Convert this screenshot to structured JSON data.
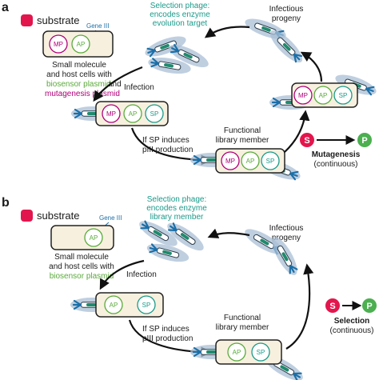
{
  "colors": {
    "substrate": "#e2164d",
    "mp": "#b0007a",
    "ap": "#5aaa3a",
    "sp": "#1a9a8a",
    "phage_halo": "#a9bfd6",
    "phage_tail": "#1b6fa8",
    "phage_body": "#1f8a6e",
    "cell_fill": "#f7f0df",
    "selection_product": "#4caf50"
  },
  "panel_a": {
    "letter": "a",
    "substrate_label": "substrate",
    "gene_label": "Gene III",
    "plasmids_top": [
      "MP",
      "AP"
    ],
    "host_text": [
      "Small molecule",
      "and host cells with"
    ],
    "biosensor_text": "biosensor plasmid",
    "and_text": " and",
    "mutagenesis_text": "mutagenesis plasmid",
    "selection_phage_text": [
      "Selection phage:",
      "encodes enzyme",
      "evolution target"
    ],
    "infectious_text": [
      "Infectious",
      "progeny"
    ],
    "infection_label": "Infection",
    "plasmids_mid": [
      "MP",
      "AP",
      "SP"
    ],
    "sp_induces": [
      "If SP induces",
      "pIII production"
    ],
    "functional_text": [
      "Functional",
      "library member"
    ],
    "plasmids_func": [
      "MP",
      "AP",
      "SP"
    ],
    "plasmids_right": [
      "MP",
      "AP",
      "SP"
    ],
    "s_label": "S",
    "p_label": "P",
    "process_label": "Mutagenesis",
    "process_sub": "(continuous)"
  },
  "panel_b": {
    "letter": "b",
    "substrate_label": "substrate",
    "gene_label": "Gene III",
    "plasmids_top": [
      "AP"
    ],
    "host_text": [
      "Small molecule",
      "and host cells with"
    ],
    "biosensor_text": "biosensor plasmid",
    "selection_phage_text": [
      "Selection phage:",
      "encodes enzyme",
      "library member"
    ],
    "infectious_text": [
      "Infectious",
      "progeny"
    ],
    "infection_label": "Infection",
    "plasmids_mid": [
      "AP",
      "SP"
    ],
    "sp_induces": [
      "If SP induces",
      "pIII production"
    ],
    "functional_text": [
      "Functional",
      "library member"
    ],
    "plasmids_func": [
      "AP",
      "SP"
    ],
    "s_label": "S",
    "p_label": "P",
    "process_label": "Selection",
    "process_sub": "(continuous)"
  }
}
